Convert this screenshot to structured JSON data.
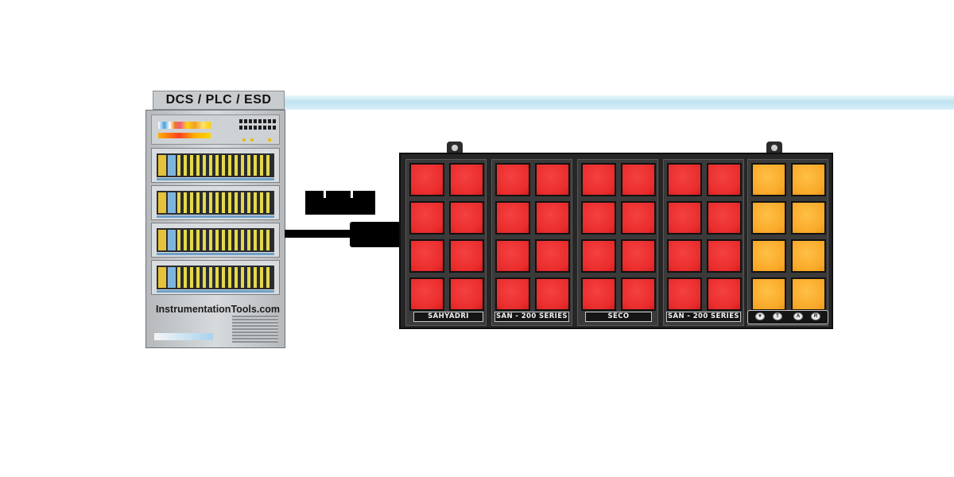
{
  "diagram": {
    "controller": {
      "title": "DCS / PLC / ESD",
      "website": "InstrumentationTools.com"
    },
    "annunciator": {
      "module_labels": [
        "SAHYADRI",
        "SAN - 200 SERIES",
        "SECO",
        "SAN - 200 SERIES"
      ],
      "control_buttons": [
        "▼",
        "T",
        "A",
        "R"
      ],
      "window_colors": {
        "alarm": "#ea2c2c",
        "warning": "#f9a928"
      }
    },
    "top_bar_color": "#bfe3f0"
  }
}
